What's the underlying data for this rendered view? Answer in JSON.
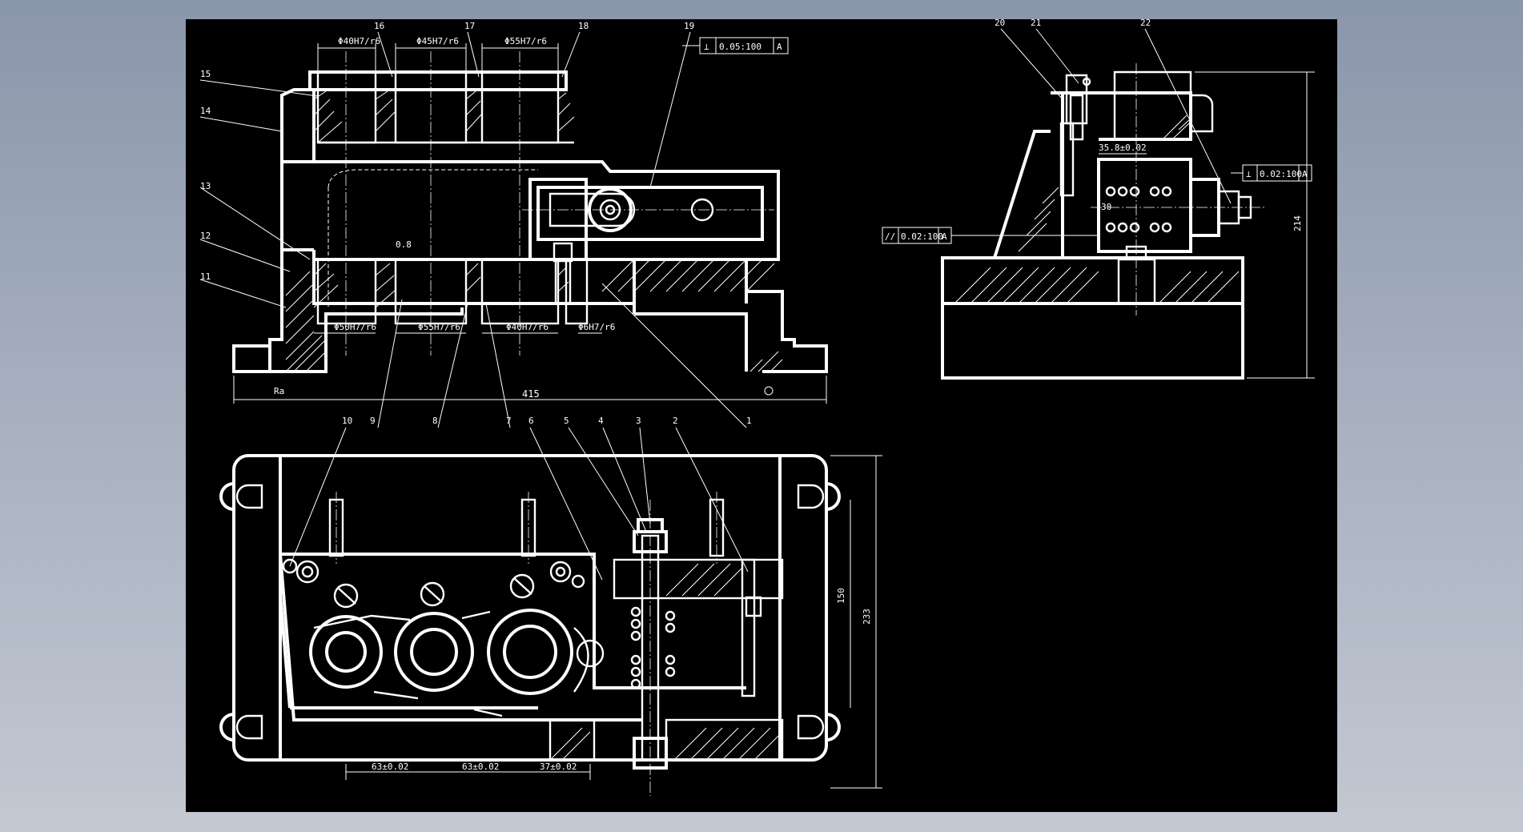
{
  "balloons": {
    "b1": "1",
    "b2": "2",
    "b3": "3",
    "b4": "4",
    "b5": "5",
    "b6": "6",
    "b7": "7",
    "b8": "8",
    "b9": "9",
    "b10": "10",
    "b11": "11",
    "b12": "12",
    "b13": "13",
    "b14": "14",
    "b15": "15",
    "b16": "16",
    "b17": "17",
    "b18": "18",
    "b19": "19",
    "b20": "20",
    "b21": "21",
    "b22": "22"
  },
  "dimensions": {
    "top_phi40": "Φ40H7/r6",
    "top_phi45": "Φ45H7/r6",
    "top_phi55": "Φ55H7/r6",
    "bot_phi50": "Φ50H7/r6",
    "bot_phi55": "Φ55H7/r6",
    "bot_phi40": "Φ40H7/r6",
    "bot_phi6": "Φ6H7/r6",
    "width_415": "415",
    "plan_63a": "63±0.02",
    "plan_63b": "63±0.02",
    "plan_37": "37±0.02",
    "plan_150": "150",
    "plan_233": "233",
    "side_35": "35.8±0.02",
    "side_214": "214",
    "side_30": "30",
    "gap_08": "0.8"
  },
  "tolerance_frames": {
    "perp_top": {
      "symbol": "⊥",
      "value": "0.05:100",
      "datum": "A"
    },
    "perp_side": {
      "symbol": "⊥",
      "value": "0.02:100",
      "datum": "A"
    },
    "parallel_side": {
      "symbol": "//",
      "value": "0.02:100",
      "datum": "A"
    }
  },
  "colors": {
    "background": "#000000",
    "lines": "#ffffff",
    "frame": "#9aa3b4"
  }
}
